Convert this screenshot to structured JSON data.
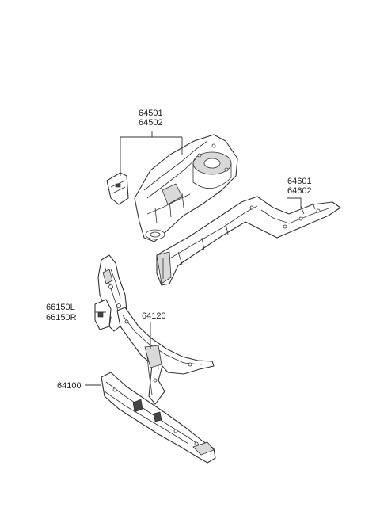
{
  "parts": [
    {
      "id": "fender-apron",
      "codes": [
        "64501",
        "64502"
      ]
    },
    {
      "id": "side-member",
      "codes": [
        "64601",
        "64602"
      ]
    },
    {
      "id": "bracket",
      "codes": [
        "66150L",
        "66150R"
      ]
    },
    {
      "id": "upper-crossmember",
      "codes": [
        "64120"
      ]
    },
    {
      "id": "lower-crossmember",
      "codes": [
        "64100"
      ]
    }
  ]
}
